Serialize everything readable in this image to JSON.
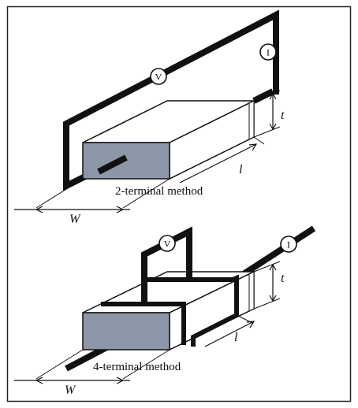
{
  "panel_top": {
    "caption": "2-terminal method",
    "voltmeter_symbol": "V",
    "ammeter_symbol": "I",
    "thickness_label": "t",
    "length_label": "l",
    "width_label": "W"
  },
  "panel_bottom": {
    "caption": "4-terminal method",
    "voltmeter_symbol": "V",
    "ammeter_symbol": "I",
    "thickness_label": "t",
    "length_label": "l",
    "width_label": "W"
  },
  "colors": {
    "frame": "#222222",
    "wire": "#111111",
    "sample_front_face": "#8c96a6",
    "sample_top_face": "#ffffff",
    "background": "#ffffff"
  }
}
